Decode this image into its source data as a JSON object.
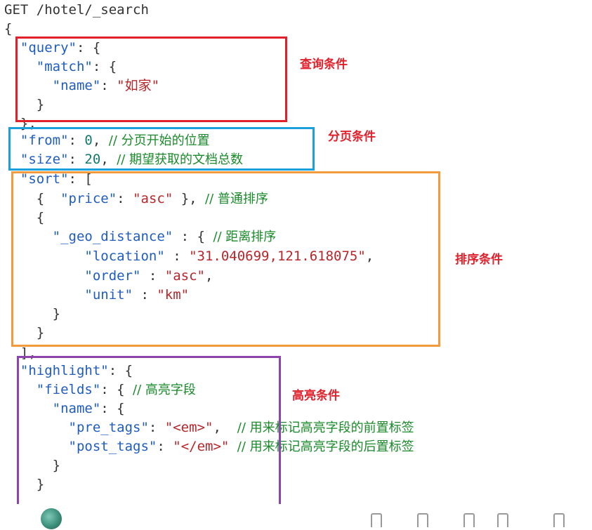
{
  "code": {
    "line1": "GET /hotel/_search",
    "open_brace": "{",
    "query_key": "\"query\"",
    "match_key": "\"match\"",
    "name_key": "\"name\"",
    "name_value": "\"如家\"",
    "close_inner": "}",
    "close_query": "},",
    "from_key": "\"from\"",
    "from_value": "0",
    "from_comment": "// 分页开始的位置",
    "size_key": "\"size\"",
    "size_value": "20",
    "size_comment": "// 期望获取的文档总数",
    "sort_key": "\"sort\"",
    "sort_open": "[",
    "price_key": "\"price\"",
    "price_value": "\"asc\"",
    "price_comment": "// 普通排序",
    "geo_key": "\"_geo_distance\"",
    "geo_comment": "// 距离排序",
    "location_key": "\"location\"",
    "location_value": "\"31.040699,121.618075\"",
    "order_key": "\"order\"",
    "order_value": "\"asc\"",
    "unit_key": "\"unit\"",
    "unit_value": "\"km\"",
    "sort_close": "],",
    "highlight_key": "\"highlight\"",
    "fields_key": "\"fields\"",
    "fields_comment": "// 高亮字段",
    "hl_name_key": "\"name\"",
    "pre_tags_key": "\"pre_tags\"",
    "pre_tags_value": "\"<em>\"",
    "pre_tags_comment": "// 用来标记高亮字段的前置标签",
    "post_tags_key": "\"post_tags\"",
    "post_tags_value": "\"</em>\"",
    "post_tags_comment": "// 用来标记高亮字段的后置标签",
    "final_brace": "}"
  },
  "annotations": {
    "query": "查询条件",
    "paging": "分页条件",
    "sorting": "排序条件",
    "highlight": "高亮条件"
  },
  "colors": {
    "query_box": "#e0202a",
    "paging_box": "#1aa0dc",
    "sort_box": "#f39a3c",
    "highlight_box": "#8e44ad",
    "annotation_text": "#e0202a"
  },
  "bottom_bar": {
    "avatar_icon": "avatar-icon",
    "toolbar_icons": [
      "bookmark-icon",
      "comment-icon",
      "share-icon",
      "more-icon"
    ]
  }
}
